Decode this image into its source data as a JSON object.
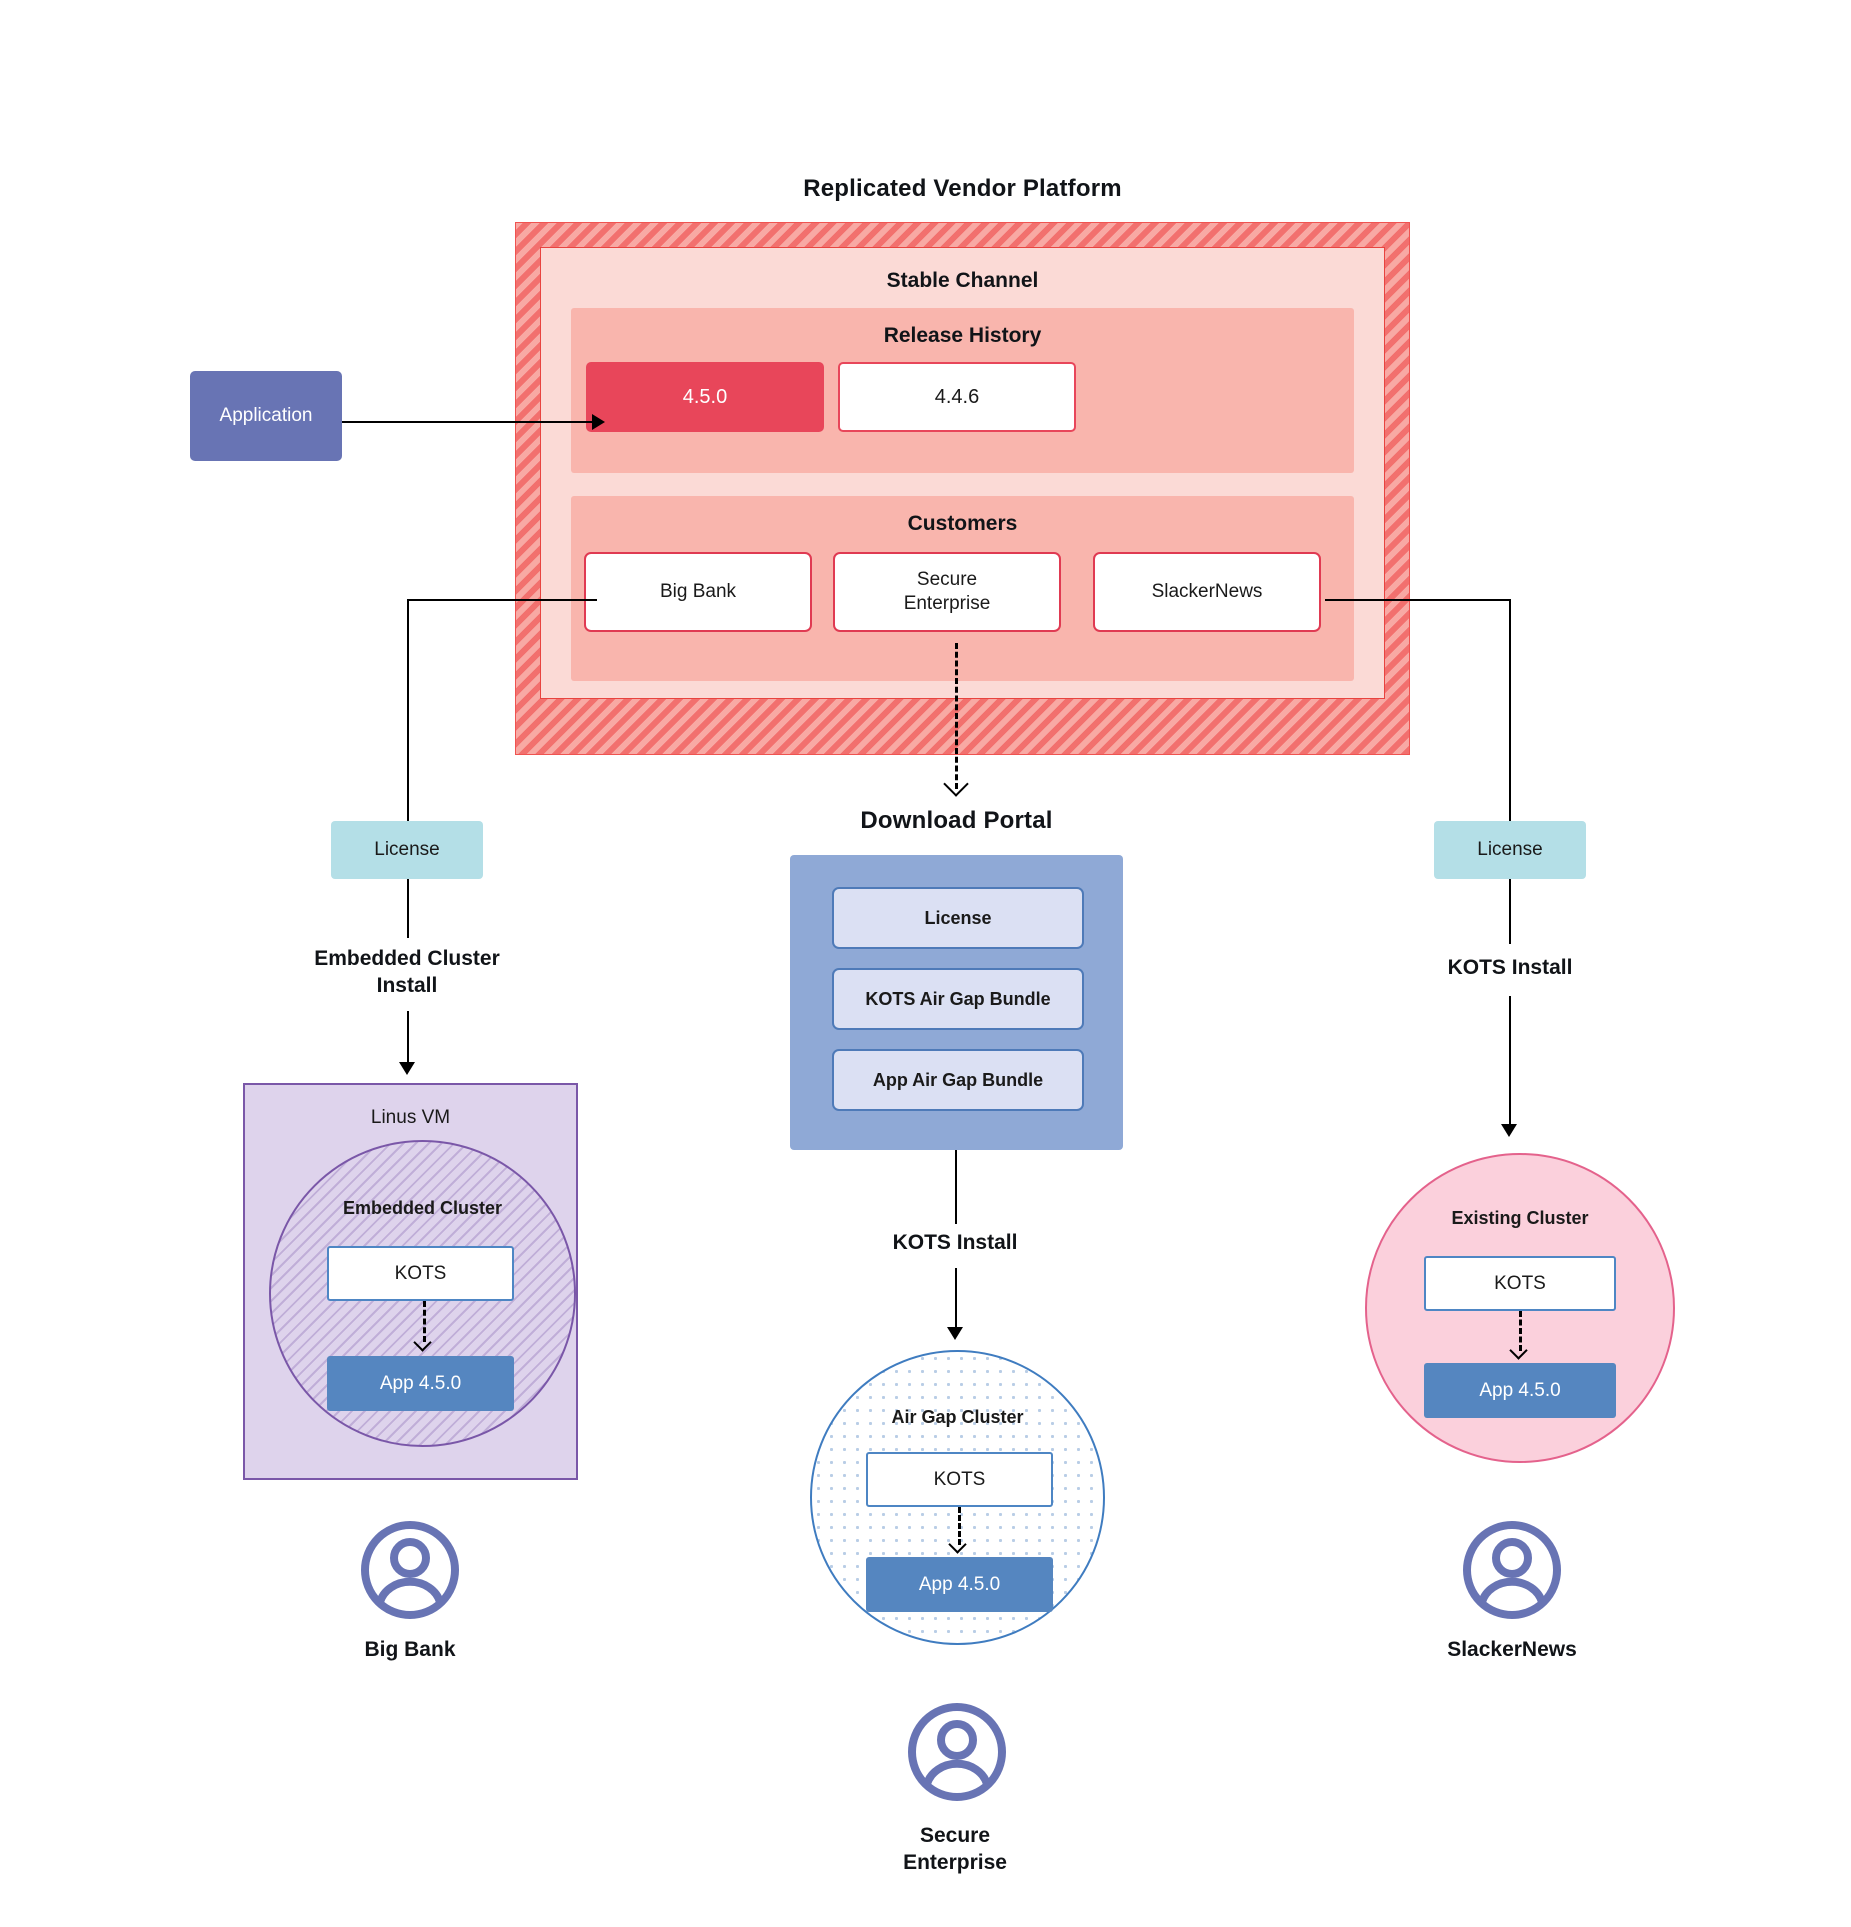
{
  "platform": {
    "title": "Replicated Vendor Platform",
    "stable_channel_label": "Stable Channel",
    "release_history_label": "Release History",
    "releases": [
      {
        "version": "4.5.0",
        "state": "current"
      },
      {
        "version": "4.4.6",
        "state": "previous"
      }
    ],
    "customers_label": "Customers",
    "customers": [
      {
        "name": "Big Bank"
      },
      {
        "name": "Secure\nEnterprise"
      },
      {
        "name": "SlackerNews"
      }
    ]
  },
  "application_box": {
    "label": "Application"
  },
  "left_flow": {
    "license_label": "License",
    "install_label": "Embedded Cluster\nInstall",
    "vm_label": "Linus VM",
    "cluster_label": "Embedded Cluster",
    "kots_label": "KOTS",
    "app_label": "App 4.5.0",
    "customer_label": "Big Bank"
  },
  "center_flow": {
    "portal_title": "Download  Portal",
    "portal_items": [
      {
        "label": "License"
      },
      {
        "label": "KOTS Air Gap Bundle"
      },
      {
        "label": "App Air Gap Bundle"
      }
    ],
    "install_label": "KOTS Install",
    "cluster_label": "Air Gap Cluster",
    "kots_label": "KOTS",
    "app_label": "App 4.5.0",
    "customer_label": "Secure\nEnterprise"
  },
  "right_flow": {
    "license_label": "License",
    "install_label": "KOTS Install",
    "cluster_label": "Existing Cluster",
    "kots_label": "KOTS",
    "app_label": "App 4.5.0",
    "customer_label": "SlackerNews"
  },
  "colors": {
    "platform_hatch": "#f2706e",
    "platform_hatch_light": "#f8a9a4",
    "stable_channel_bg": "#fbdad6",
    "sub_panel_bg": "#f9b5ad",
    "release_current_bg": "#e8465a",
    "customer_border": "#e03a52",
    "application_bg": "#6874b4",
    "license_bg": "#b4dfe7",
    "portal_bg": "#8fa9d6",
    "portal_item_bg": "#dbe0f3",
    "portal_item_border": "#4e7ab8",
    "vm_bg": "#ded3ec",
    "vm_border": "#7a57a8",
    "airgap_border": "#3f7cc0",
    "existing_bg": "#fbd0dc",
    "existing_border": "#e4628c",
    "kots_border": "#4e86c4",
    "app_version_bg": "#5586c0",
    "avatar": "#6874b4",
    "connector": "#000000"
  },
  "icons": {
    "avatar": "user-avatar-icon"
  }
}
